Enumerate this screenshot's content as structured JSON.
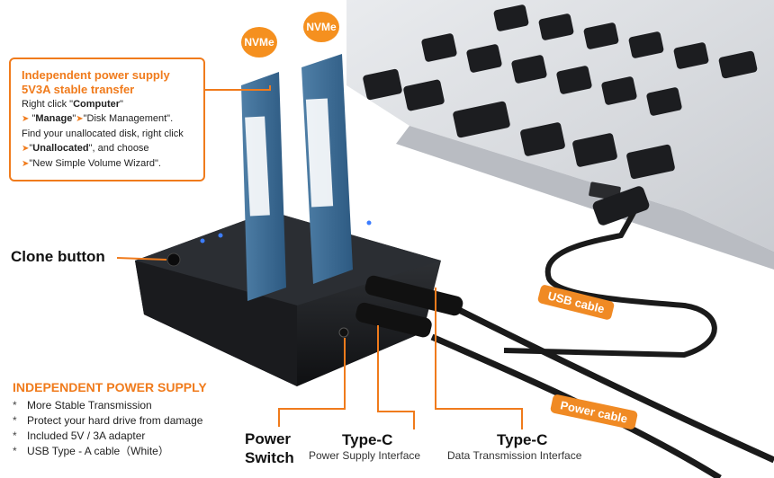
{
  "callout": {
    "title_line1": "Independent power supply",
    "title_line2": "5V3A stable transfer",
    "line1_pre": "Right click \"",
    "line1_bold": "Computer",
    "line1_post": "\"",
    "line2_a": "\"",
    "line2_bold1": "Manage",
    "line2_b": "\"",
    "line2_c": "\"Disk Management\".",
    "line3": "Find your unallocated disk, right click",
    "line4_pre": "\"",
    "line4_bold": "Unallocated",
    "line4_post": "\", and choose",
    "line5": "\"New Simple Volume Wizard\"."
  },
  "labels": {
    "clone_button": "Clone button",
    "power_switch_1": "Power",
    "power_switch_2": "Switch",
    "typec_power": "Type-C",
    "typec_power_sub": "Power Supply Interface",
    "typec_data": "Type-C",
    "typec_data_sub": "Data Transmission Interface",
    "usb_cable": "USB cable",
    "power_cable": "Power cable",
    "nvme_left": "NVMe",
    "nvme_right": "NVMe"
  },
  "features": {
    "title": "INDEPENDENT POWER SUPPLY",
    "items": [
      "More Stable Transmission",
      "Protect your hard drive from damage",
      "Included 5V / 3A adapter",
      "USB Type - A cable（White）"
    ],
    "bullet": "*"
  },
  "icons": {
    "arrow": "right-arrow-icon",
    "nvme_pin": "nvme-pin-icon"
  },
  "colors": {
    "accent": "#f07b1c",
    "tag": "#f08a24"
  }
}
